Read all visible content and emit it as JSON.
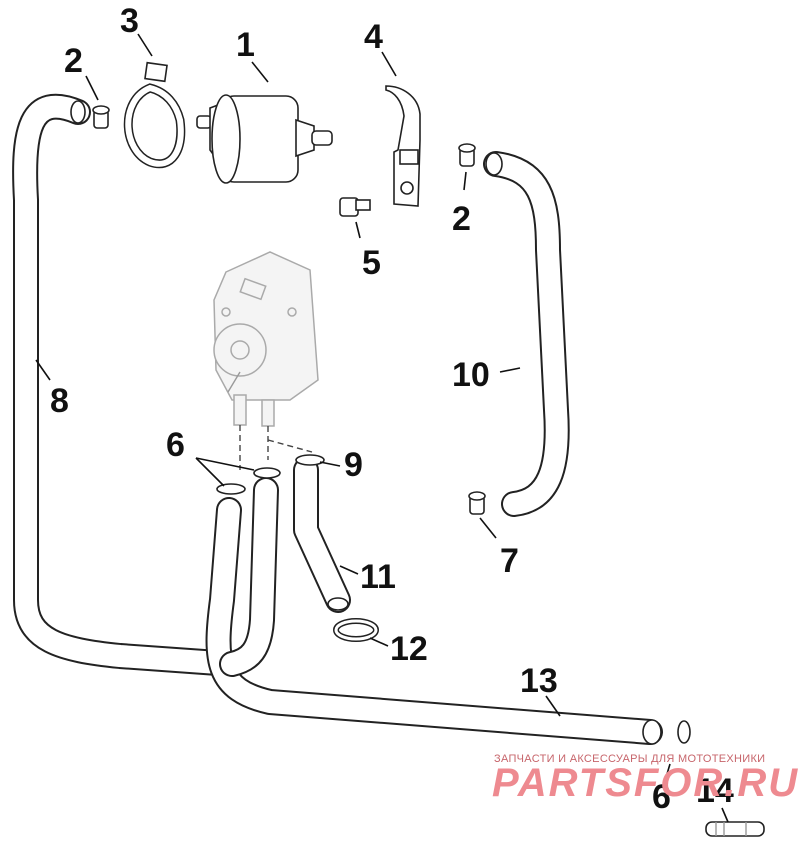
{
  "diagram": {
    "callouts": [
      {
        "id": "c1",
        "label": "1"
      },
      {
        "id": "c2a",
        "label": "2"
      },
      {
        "id": "c2b",
        "label": "2"
      },
      {
        "id": "c3",
        "label": "3"
      },
      {
        "id": "c4",
        "label": "4"
      },
      {
        "id": "c5",
        "label": "5"
      },
      {
        "id": "c6a",
        "label": "6"
      },
      {
        "id": "c6b",
        "label": "6"
      },
      {
        "id": "c7",
        "label": "7"
      },
      {
        "id": "c8",
        "label": "8"
      },
      {
        "id": "c9",
        "label": "9"
      },
      {
        "id": "c10",
        "label": "10"
      },
      {
        "id": "c11",
        "label": "11"
      },
      {
        "id": "c12",
        "label": "12"
      },
      {
        "id": "c13",
        "label": "13"
      },
      {
        "id": "c14",
        "label": "14"
      }
    ]
  },
  "watermark": {
    "tagline": "ЗАПЧАСТИ И АКСЕССУАРЫ ДЛЯ МОТОТЕХНИКИ",
    "brand": "PARTSFOR.RU"
  }
}
